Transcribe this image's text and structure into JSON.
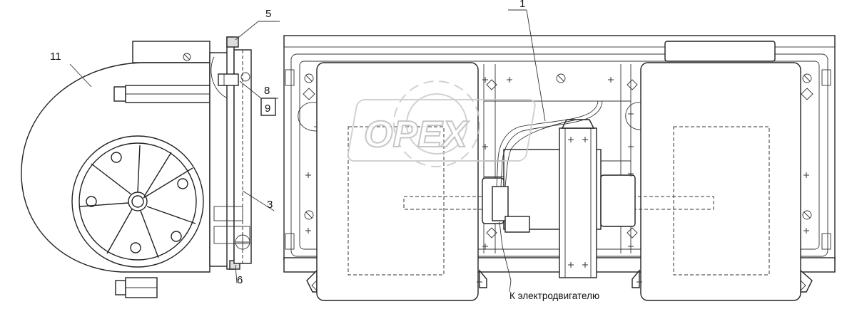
{
  "callouts": {
    "c1": "1",
    "c3": "3",
    "c5": "5",
    "c6": "6",
    "c8": "8",
    "c9": "9",
    "c11": "11"
  },
  "motor_label": "К электродвигателю",
  "watermark": "OPEX"
}
